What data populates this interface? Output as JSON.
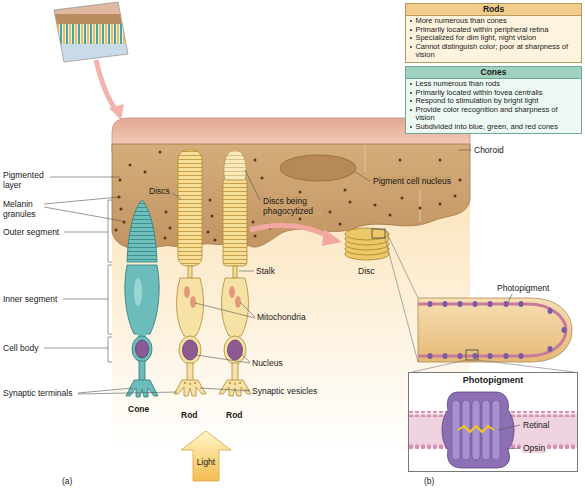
{
  "diagram": {
    "nodes": [
      {
        "text": [
          "Rods",
          "More numerous than cones",
          "Primarily located within peripheral retina",
          "Specialized for dim light, night vision",
          "Cannot distinguish color; poor at sharpness of vision"
        ]
      },
      {
        "text": [
          "Cones",
          "Less numerous than rods",
          "Primarily located within fovea centralis",
          "Respond to stimulation by bright light",
          "Provide color recognition and sharpness of vision",
          "Subdivided into blue, green, and red cones"
        ]
      },
      {
        "text": [
          "Photopigment"
        ]
      },
      {
        "text": [
          "Light"
        ]
      }
    ],
    "labels": [
      "Choroid",
      "Pigmented layer",
      "Pigment cell nucleus",
      "Discs",
      "Discs being phagocytized",
      "Melanin granules",
      "Outer segment",
      "Disc",
      "Stalk",
      "Photopigment",
      "Inner segment",
      "Mitochondria",
      "Cell body",
      "Nucleus",
      "Synaptic vesicles",
      "Synaptic terminals",
      "Retinal",
      "Opsin",
      "Cone",
      "Rod",
      "Rod",
      "(a)",
      "(b)"
    ]
  }
}
